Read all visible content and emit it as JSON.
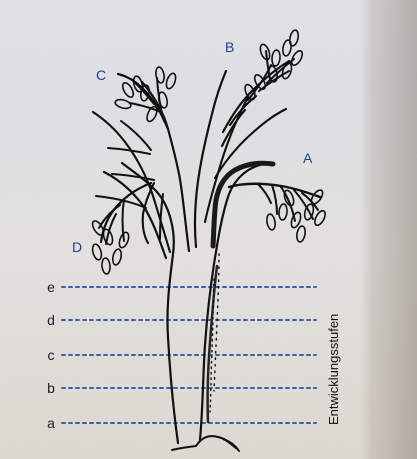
{
  "diagram": {
    "branch_labels": {
      "a": "A",
      "b": "B",
      "c": "C",
      "d": "D"
    },
    "stage_lines": [
      {
        "label": "e"
      },
      {
        "label": "d"
      },
      {
        "label": "c"
      },
      {
        "label": "b"
      },
      {
        "label": "a"
      }
    ],
    "axis_label": "Entwicklungsstufen"
  },
  "colors": {
    "ink": "#111111",
    "label_blue": "#233e8e",
    "dashed_blue": "#3f5ea8"
  }
}
